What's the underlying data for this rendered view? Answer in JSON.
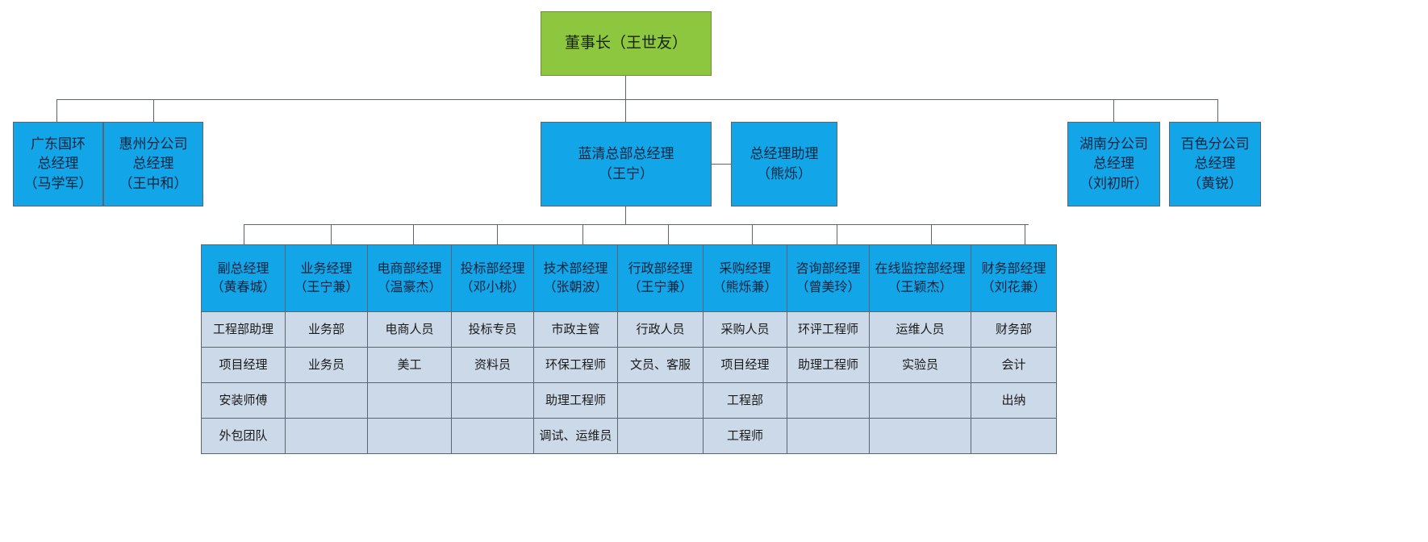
{
  "chairman": {
    "label": "董事长（王世友）",
    "color": "#8dc63f"
  },
  "branches_left": [
    {
      "label": "广东国环\n总经理\n（马学军）"
    },
    {
      "label": "惠州分公司\n总经理\n（王中和）"
    }
  ],
  "center": {
    "hq_manager": {
      "label": "蓝清总部总经理\n（王宁）"
    },
    "assistant": {
      "label": "总经理助理\n（熊烁）"
    }
  },
  "branches_right": [
    {
      "label": "湖南分公司\n总经理\n（刘初昕）"
    },
    {
      "label": "百色分公司\n总经理\n（黄锐）"
    }
  ],
  "departments": {
    "headers": [
      "副总经理\n（黄春城）",
      "业务经理\n（王宁兼）",
      "电商部经理\n（温豪杰）",
      "投标部经理\n（邓小桃）",
      "技术部经理\n（张朝波）",
      "行政部经理\n（王宁兼）",
      "采购经理\n（熊烁兼）",
      "咨询部经理\n（曾美玲）",
      "在线监控部经理\n（王颖杰）",
      "财务部经理\n（刘花兼）"
    ],
    "rows": [
      [
        "工程部助理",
        "业务部",
        "电商人员",
        "投标专员",
        "市政主管",
        "行政人员",
        "采购人员",
        "环评工程师",
        "运维人员",
        "财务部"
      ],
      [
        "项目经理",
        "业务员",
        "美工",
        "资料员",
        "环保工程师",
        "文员、客服",
        "项目经理",
        "助理工程师",
        "实验员",
        "会计"
      ],
      [
        "安装师傅",
        "",
        "",
        "",
        "助理工程师",
        "",
        "工程部",
        "",
        "",
        "出纳"
      ],
      [
        "外包团队",
        "",
        "",
        "",
        "调试、运维员",
        "",
        "工程师",
        "",
        "",
        ""
      ]
    ]
  },
  "colors": {
    "node_blue": "#12a5e8",
    "chairman_green": "#8dc63f",
    "cell_blue_gray": "#ccd9e8",
    "line": "#5a6570"
  }
}
